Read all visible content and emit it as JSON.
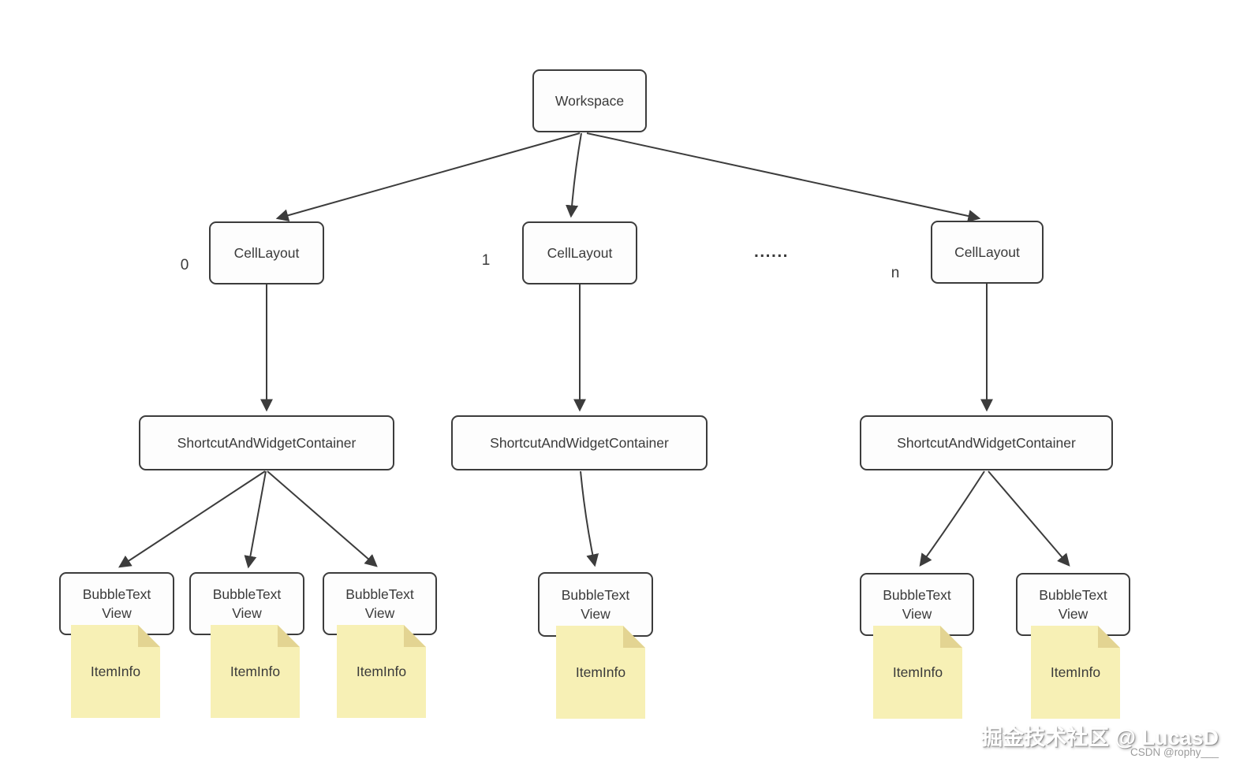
{
  "colors": {
    "background": "#ffffff",
    "line": "#3c3c3c",
    "box_border": "#3c3c3c",
    "box_fill": "#fdfdfd",
    "note_fill": "#f7f0b5",
    "note_fold": "#e3d492",
    "text": "#3a3a3a",
    "watermark_main": "#ffffff",
    "watermark_sub": "#9b9b9b"
  },
  "nodes": {
    "workspace": {
      "label": "Workspace"
    },
    "cell_layouts": [
      {
        "label": "CellLayout",
        "index_label": "0"
      },
      {
        "label": "CellLayout",
        "index_label": "1"
      },
      {
        "label": "CellLayout",
        "index_label": "n"
      }
    ],
    "ellipsis": "......",
    "containers": [
      {
        "label": "ShortcutAndWidgetContainer"
      },
      {
        "label": "ShortcutAndWidgetContainer"
      },
      {
        "label": "ShortcutAndWidgetContainer"
      }
    ],
    "bubble_text_views": [
      {
        "line1": "BubbleText",
        "line2": "View"
      },
      {
        "line1": "BubbleText",
        "line2": "View"
      },
      {
        "line1": "BubbleText",
        "line2": "View"
      },
      {
        "line1": "BubbleText",
        "line2": "View"
      },
      {
        "line1": "BubbleText",
        "line2": "View"
      },
      {
        "line1": "BubbleText",
        "line2": "View"
      }
    ],
    "item_infos": [
      {
        "label": "ItemInfo"
      },
      {
        "label": "ItemInfo"
      },
      {
        "label": "ItemInfo"
      },
      {
        "label": "ItemInfo"
      },
      {
        "label": "ItemInfo"
      },
      {
        "label": "ItemInfo"
      }
    ]
  },
  "watermark": {
    "juejin": "掘金技术社区 @ LucasD",
    "csdn": "CSDN @rophy___"
  }
}
